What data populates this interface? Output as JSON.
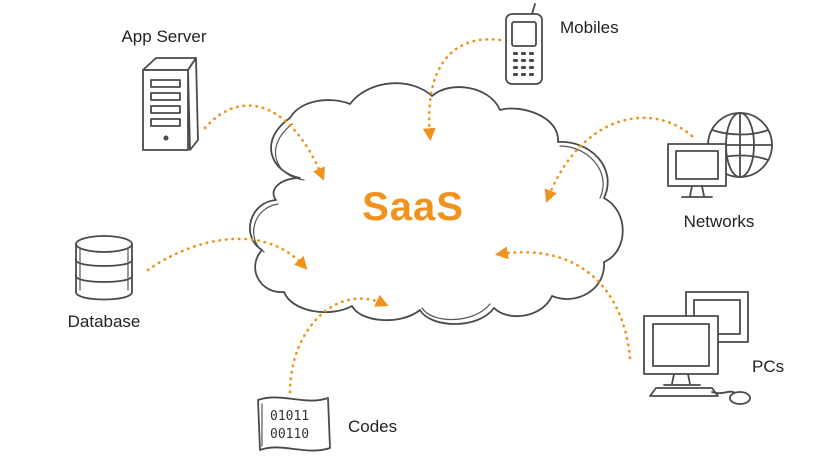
{
  "diagram": {
    "center": {
      "label": "SaaS"
    },
    "nodes": [
      {
        "id": "app-server",
        "label": "App Server"
      },
      {
        "id": "mobiles",
        "label": "Mobiles"
      },
      {
        "id": "networks",
        "label": "Networks"
      },
      {
        "id": "database",
        "label": "Database"
      },
      {
        "id": "pcs",
        "label": "PCs"
      },
      {
        "id": "codes",
        "label": "Codes"
      }
    ],
    "code_digits": [
      "01011",
      "00110"
    ]
  },
  "colors": {
    "accent": "#f0921e",
    "outline": "#4a4a4a",
    "text": "#222222"
  },
  "icons": [
    "server-icon",
    "mobile-phone-icon",
    "globe-monitor-icon",
    "database-icon",
    "desktop-pcs-icon",
    "code-sheet-icon"
  ]
}
